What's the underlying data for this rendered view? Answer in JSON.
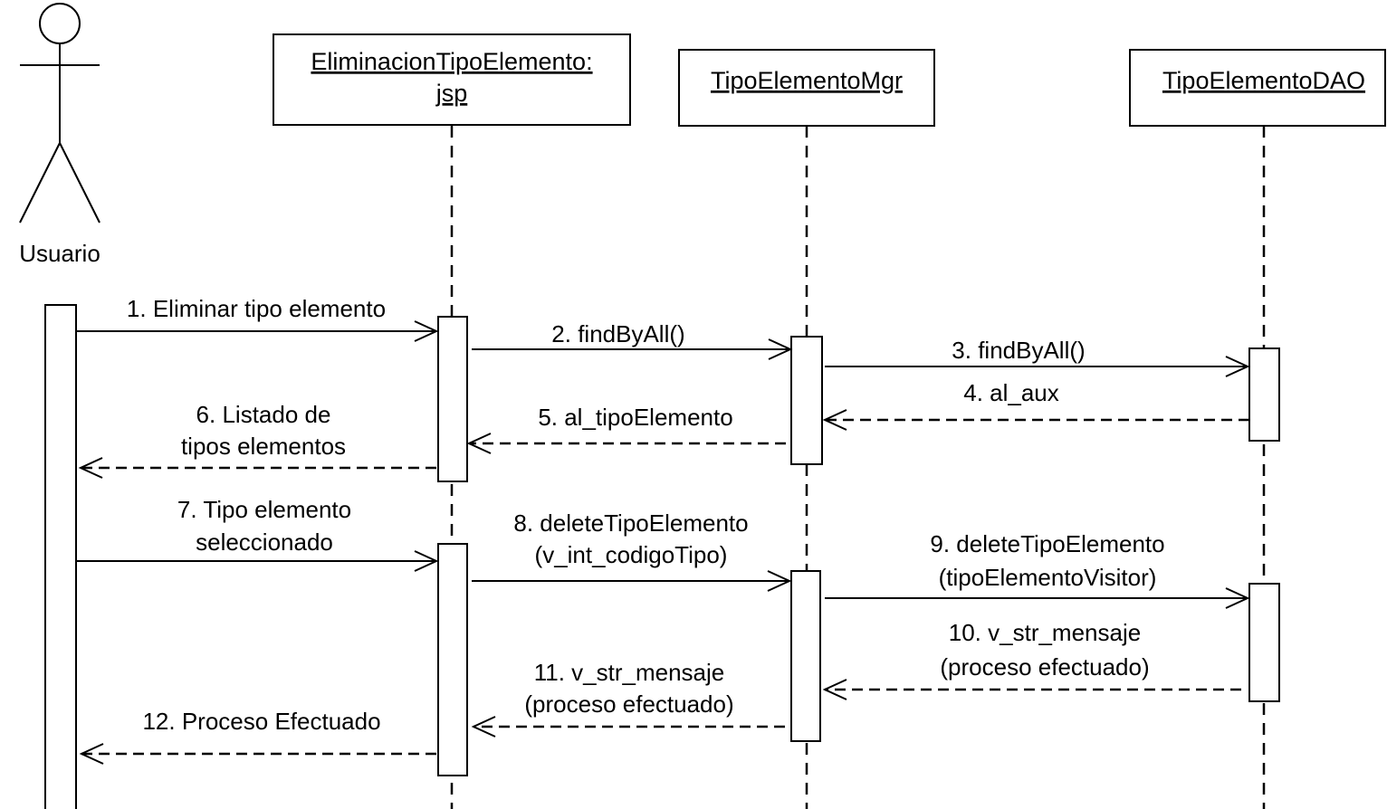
{
  "actor": {
    "name": "Usuario"
  },
  "objects": [
    {
      "id": "jsp",
      "lines": [
        "EliminacionTipoElemento:",
        "jsp"
      ]
    },
    {
      "id": "mgr",
      "lines": [
        "TipoElementoMgr"
      ]
    },
    {
      "id": "dao",
      "lines": [
        "TipoElementoDAO"
      ]
    }
  ],
  "messages": [
    {
      "id": "m1",
      "kind": "call",
      "from": "actor",
      "to": "jsp",
      "lines": [
        "1. Eliminar tipo elemento"
      ]
    },
    {
      "id": "m2",
      "kind": "call",
      "from": "jsp",
      "to": "mgr",
      "lines": [
        "2. findByAll()"
      ]
    },
    {
      "id": "m3",
      "kind": "call",
      "from": "mgr",
      "to": "dao",
      "lines": [
        "3. findByAll()"
      ]
    },
    {
      "id": "m4",
      "kind": "return",
      "from": "dao",
      "to": "mgr",
      "lines": [
        "4. al_aux"
      ]
    },
    {
      "id": "m5",
      "kind": "return",
      "from": "mgr",
      "to": "jsp",
      "lines": [
        "5. al_tipoElemento"
      ]
    },
    {
      "id": "m6",
      "kind": "return",
      "from": "jsp",
      "to": "actor",
      "lines": [
        "6. Listado de",
        "tipos elementos"
      ]
    },
    {
      "id": "m7",
      "kind": "call",
      "from": "actor",
      "to": "jsp",
      "lines": [
        "7. Tipo elemento",
        "seleccionado"
      ]
    },
    {
      "id": "m8",
      "kind": "call",
      "from": "jsp",
      "to": "mgr",
      "lines": [
        "8. deleteTipoElemento",
        "(v_int_codigoTipo)"
      ]
    },
    {
      "id": "m9",
      "kind": "call",
      "from": "mgr",
      "to": "dao",
      "lines": [
        "9. deleteTipoElemento",
        "(tipoElementoVisitor)"
      ]
    },
    {
      "id": "m10",
      "kind": "return",
      "from": "dao",
      "to": "mgr",
      "lines": [
        "10. v_str_mensaje",
        "(proceso efectuado)"
      ]
    },
    {
      "id": "m11",
      "kind": "return",
      "from": "mgr",
      "to": "jsp",
      "lines": [
        "11. v_str_mensaje",
        "(proceso efectuado)"
      ]
    },
    {
      "id": "m12",
      "kind": "return",
      "from": "jsp",
      "to": "actor",
      "lines": [
        "12. Proceso Efectuado"
      ]
    }
  ]
}
